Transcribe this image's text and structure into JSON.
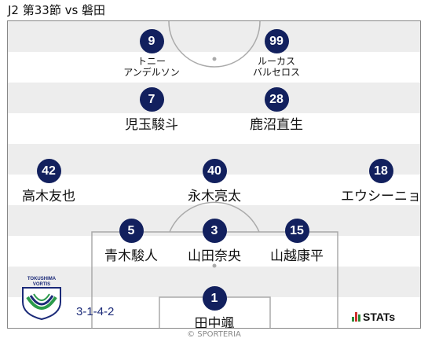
{
  "header": {
    "title": "J2 第33節 vs 磐田"
  },
  "team": {
    "logo_text": "TOKUSHIMA VORTIS",
    "formation": "3-1-4-2"
  },
  "players": [
    {
      "number": "9",
      "name": "トニー\nアンデルソン"
    },
    {
      "number": "99",
      "name": "ルーカス\nバルセロス"
    },
    {
      "number": "7",
      "name": "児玉駿斗"
    },
    {
      "number": "28",
      "name": "鹿沼直生"
    },
    {
      "number": "42",
      "name": "高木友也"
    },
    {
      "number": "40",
      "name": "永木亮太"
    },
    {
      "number": "18",
      "name": "エウシーニョ"
    },
    {
      "number": "5",
      "name": "青木駿人"
    },
    {
      "number": "3",
      "name": "山田奈央"
    },
    {
      "number": "15",
      "name": "山越康平"
    },
    {
      "number": "1",
      "name": "田中颯"
    }
  ],
  "branding": {
    "stats_label": "STATs",
    "copyright": "© SPORTERIA"
  },
  "colors": {
    "badge": "#12205e",
    "stripe": "#ededed",
    "stats_green": "#2e8b3a",
    "stats_red": "#d0312d"
  }
}
